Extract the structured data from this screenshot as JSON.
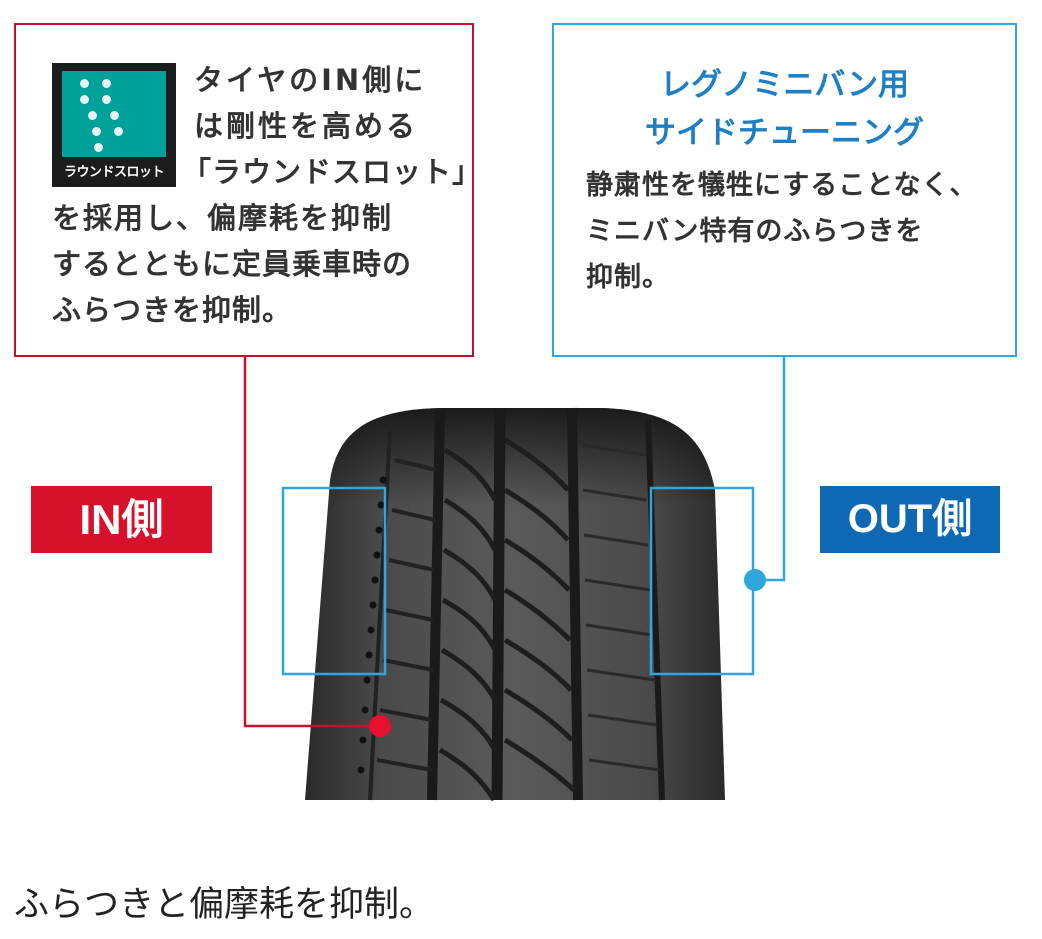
{
  "in_callout": {
    "badge_label": "ラウンドスロット",
    "lines": [
      "タイヤのIN側に",
      "は剛性を高める",
      "「ラウンドスロット」",
      "を採用し、偏摩耗を抑制",
      "するとともに定員乗車時の",
      "ふらつきを抑制。"
    ]
  },
  "out_callout": {
    "title_lines": [
      "レグノミニバン用",
      "サイドチューニング"
    ],
    "lines": [
      "静粛性を犠牲にすることなく、",
      "ミニバン特有のふらつきを",
      "抑制。"
    ]
  },
  "labels": {
    "in": "IN側",
    "out": "OUT側"
  },
  "caption": "ふらつきと偏摩耗を抑制。",
  "colors": {
    "in_red": "#d7102b",
    "out_blue": "#0f68b3",
    "out_cyan": "#2fa7dc",
    "slot_teal": "#00a19a"
  }
}
